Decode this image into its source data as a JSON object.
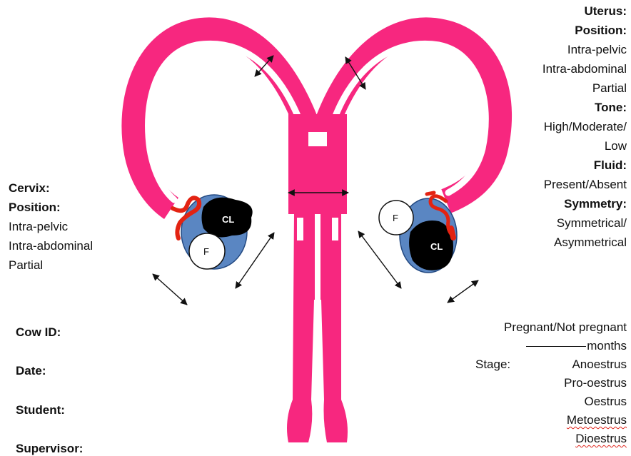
{
  "uterus_panel": {
    "heading": "Uterus:",
    "position_heading": "Position:",
    "position_options": [
      "Intra-pelvic",
      "Intra-abdominal",
      "Partial"
    ],
    "tone_heading": "Tone:",
    "tone_options": [
      "High/Moderate/",
      "Low"
    ],
    "fluid_heading": "Fluid:",
    "fluid_options": "Present/Absent",
    "symmetry_heading": "Symmetry:",
    "symmetry_options": [
      "Symmetrical/",
      "Asymmetrical"
    ]
  },
  "cervix_panel": {
    "heading": "Cervix:",
    "position_heading": "Position:",
    "position_options": [
      "Intra-pelvic",
      "Intra-abdominal",
      "Partial"
    ]
  },
  "form_fields": {
    "cow_id": "Cow ID:",
    "date": "Date:",
    "student": "Student:",
    "supervisor": "Supervisor:"
  },
  "pregnancy_panel": {
    "status": "Pregnant/Not pregnant",
    "months_suffix": "months",
    "stage_label": "Stage:",
    "stages": [
      "Anoestrus",
      "Pro-oestrus",
      "Oestrus",
      "Metoestrus",
      "Dioestrus"
    ]
  },
  "ovary_labels": {
    "left_cl": "CL",
    "left_follicle": "F",
    "right_cl": "CL",
    "right_follicle": "F"
  },
  "colors": {
    "tract": "#f7277f",
    "ovary": "#5a86c2",
    "corpus_luteum": "#000000",
    "oviduct": "#e32312",
    "arrow": "#111111"
  }
}
